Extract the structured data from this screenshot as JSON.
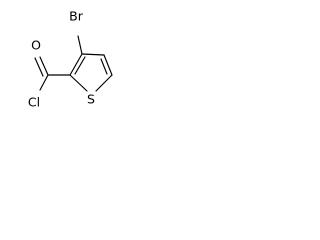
{
  "structure": {
    "atoms": {
      "br": "Br",
      "o": "O",
      "cl": "Cl",
      "s": "S"
    }
  }
}
